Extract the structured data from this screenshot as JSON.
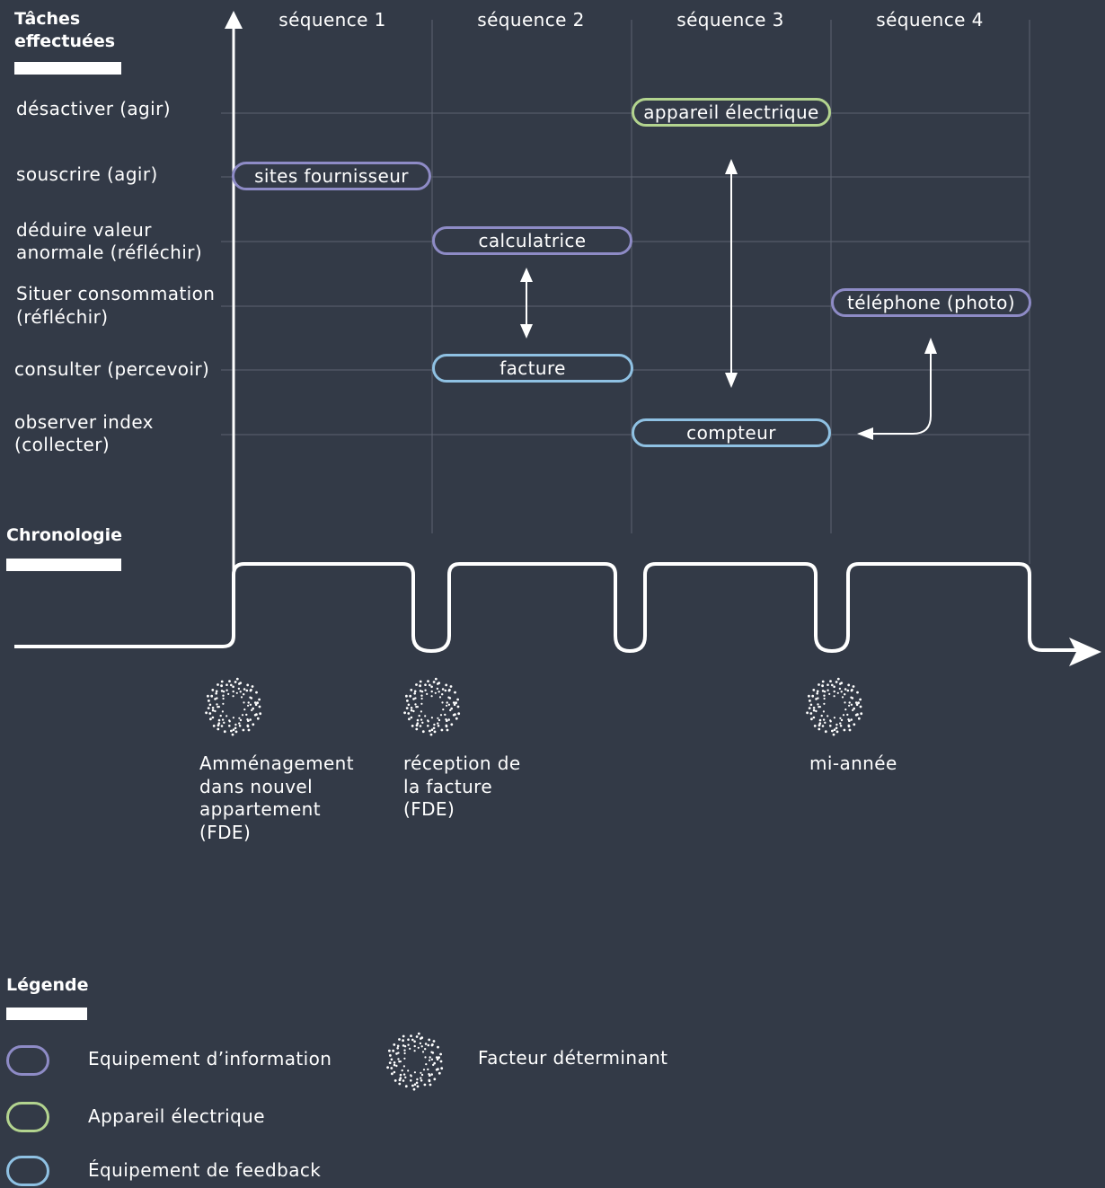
{
  "colors": {
    "background": "#333a47",
    "information": "#8e8bc6",
    "electric": "#b3d48f",
    "feedback": "#8fc1e3",
    "lines": "#ffffff",
    "grid": "#5c6370"
  },
  "tasks": {
    "heading_line1": "Tâches",
    "heading_line2": "effectuées",
    "rows": [
      {
        "line1": "désactiver (agir)",
        "line2": ""
      },
      {
        "line1": "souscrire (agir)",
        "line2": ""
      },
      {
        "line1": "déduire valeur",
        "line2": "anormale (réfléchir)"
      },
      {
        "line1": "Situer consommation",
        "line2": "(réfléchir)"
      },
      {
        "line1": "consulter (percevoir)",
        "line2": ""
      },
      {
        "line1": "observer index",
        "line2": "(collecter)"
      }
    ]
  },
  "sequences": [
    "séquence 1",
    "séquence 2",
    "séquence 3",
    "séquence 4"
  ],
  "equipment": [
    {
      "label": "appareil électrique",
      "category": "electric"
    },
    {
      "label": "sites fournisseur",
      "category": "information"
    },
    {
      "label": "calculatrice",
      "category": "information"
    },
    {
      "label": "téléphone (photo)",
      "category": "information"
    },
    {
      "label": "facture",
      "category": "feedback"
    },
    {
      "label": "compteur",
      "category": "feedback"
    }
  ],
  "timeline": {
    "heading": "Chronologie",
    "events": [
      {
        "lines": [
          "Amménagement",
          "dans nouvel",
          "appartement",
          "(FDE)"
        ]
      },
      {
        "lines": [
          "réception de",
          "la facture",
          "(FDE)"
        ]
      },
      {
        "lines": [
          "mi-année"
        ]
      }
    ]
  },
  "legend": {
    "heading": "Légende",
    "items": [
      {
        "label": "Equipement d’information",
        "category": "information"
      },
      {
        "label": "Appareil électrique",
        "category": "electric"
      },
      {
        "label": "Équipement de feedback",
        "category": "feedback"
      }
    ],
    "factor_label": "Facteur déterminant",
    "factor_icon": "dotted-ring-icon"
  }
}
